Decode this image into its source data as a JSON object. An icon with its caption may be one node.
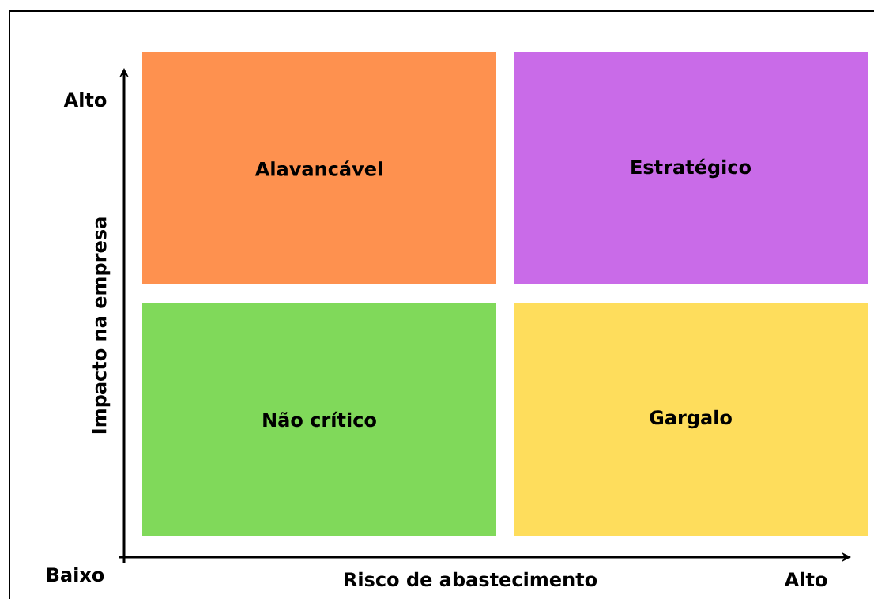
{
  "diagram": {
    "nodes": [
      {
        "text": [
          "Alavancável"
        ]
      },
      {
        "text": [
          "Estratégico"
        ]
      },
      {
        "text": [
          "Não crítico"
        ]
      },
      {
        "text": [
          "Gargalo"
        ]
      }
    ],
    "labels": [
      "Alto",
      "Impacto na empresa",
      "Baixo",
      "Risco de abastecimento",
      "Alto"
    ]
  }
}
